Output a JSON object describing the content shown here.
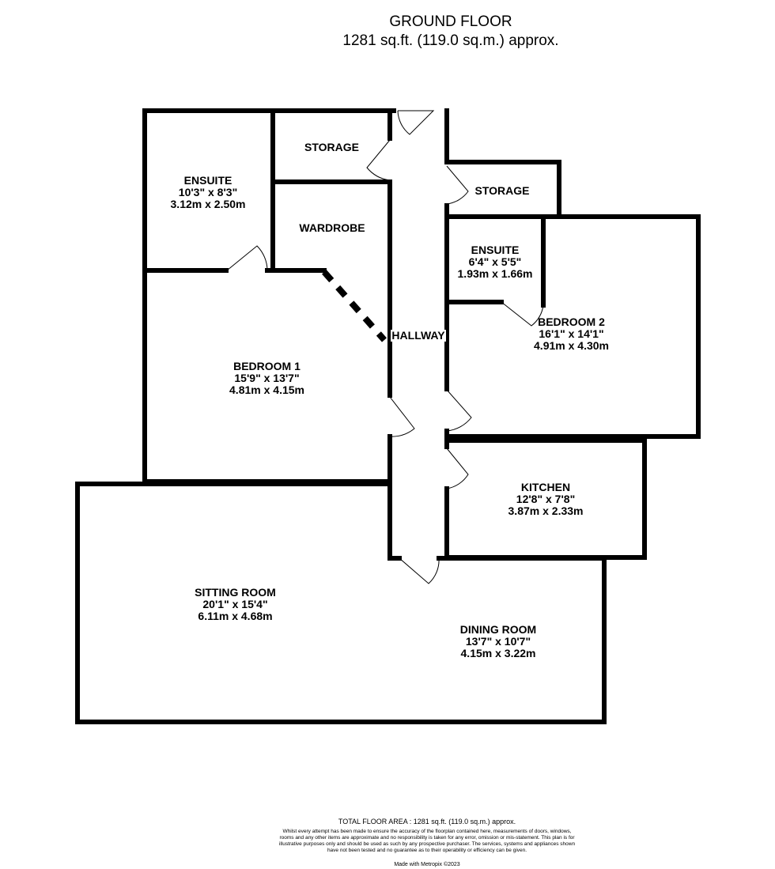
{
  "header": {
    "title": "GROUND FLOOR",
    "area": "1281 sq.ft. (119.0 sq.m.) approx."
  },
  "rooms": {
    "ensuite1": {
      "name": "ENSUITE",
      "imperial": "10'3\" x 8'3\"",
      "metric": "3.12m x 2.50m"
    },
    "storage1": {
      "name": "STORAGE"
    },
    "wardrobe": {
      "name": "WARDROBE"
    },
    "storage2": {
      "name": "STORAGE"
    },
    "ensuite2": {
      "name": "ENSUITE",
      "imperial": "6'4\" x 5'5\"",
      "metric": "1.93m x 1.66m"
    },
    "bedroom2": {
      "name": "BEDROOM 2",
      "imperial": "16'1\" x 14'1\"",
      "metric": "4.91m x 4.30m"
    },
    "hallway": {
      "name": "HALLWAY"
    },
    "bedroom1": {
      "name": "BEDROOM 1",
      "imperial": "15'9\" x 13'7\"",
      "metric": "4.81m x 4.15m"
    },
    "kitchen": {
      "name": "KITCHEN",
      "imperial": "12'8\" x 7'8\"",
      "metric": "3.87m x 2.33m"
    },
    "sitting": {
      "name": "SITTING ROOM",
      "imperial": "20'1\" x 15'4\"",
      "metric": "6.11m x 4.68m"
    },
    "dining": {
      "name": "DINING ROOM",
      "imperial": "13'7\" x 10'7\"",
      "metric": "4.15m x 3.22m"
    }
  },
  "footer": {
    "total": "TOTAL FLOOR AREA : 1281 sq.ft. (119.0 sq.m.) approx.",
    "disclaimer": "Whilst every attempt has been made to ensure the accuracy of the floorplan contained here, measurements of doors, windows, rooms and any other items are approximate and no responsibility is taken for any error, omission or mis-statement. This plan is for illustrative purposes only and should be used as such by any prospective purchaser. The services, systems and appliances shown have not been tested and no guarantee as to their operability or efficiency can be given.",
    "made": "Made with Metropix ©2023"
  }
}
